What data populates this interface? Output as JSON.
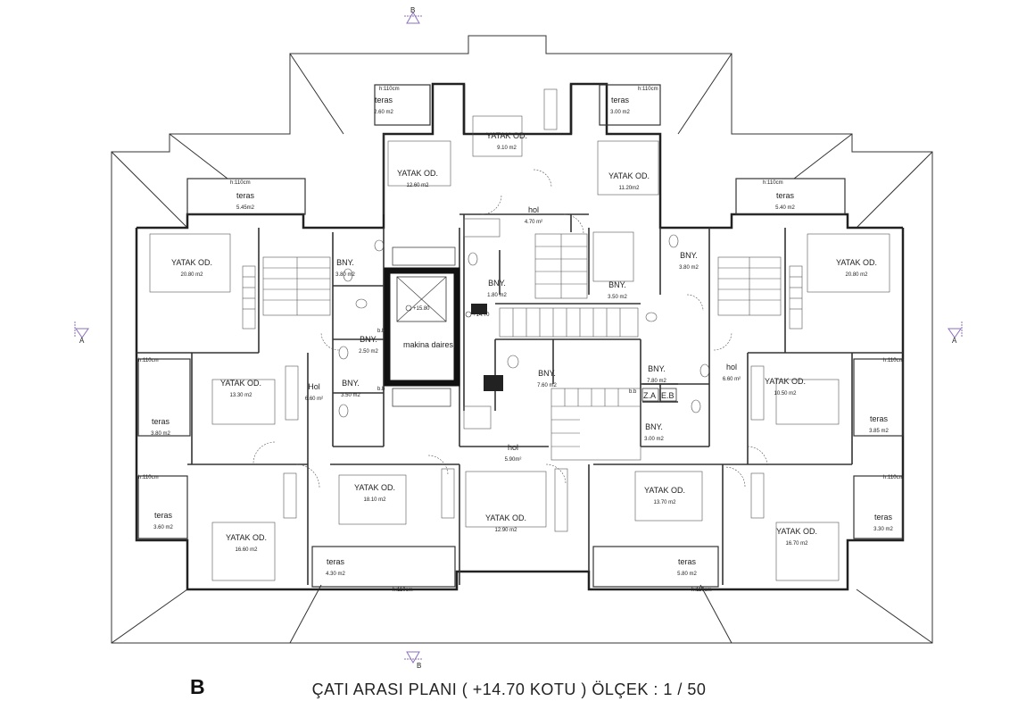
{
  "caption": "ÇATI  ARASI  PLANI ( +14.70 KOTU )  ÖLÇEK : 1 / 50",
  "block_label": "B",
  "section_markers": {
    "top": "B",
    "bottom": "B",
    "left": "A",
    "right": "A"
  },
  "rooms": [
    {
      "name": "teras",
      "area": "2.60 m2"
    },
    {
      "name": "teras",
      "area": "3.00 m2"
    },
    {
      "name": "YATAK OD.",
      "area": "9.10 m2"
    },
    {
      "name": "YATAK OD.",
      "area": "12.60 m2"
    },
    {
      "name": "YATAK OD.",
      "area": "11.20m2"
    },
    {
      "name": "hol",
      "area": "4.70 m²"
    },
    {
      "name": "teras",
      "area": "5.45m2"
    },
    {
      "name": "teras",
      "area": "5.40 m2"
    },
    {
      "name": "YATAK OD.",
      "area": "20.80 m2"
    },
    {
      "name": "YATAK OD.",
      "area": "20.80 m2"
    },
    {
      "name": "BNY.",
      "area": "3.80 m2"
    },
    {
      "name": "BNY.",
      "area": "3.80 m2"
    },
    {
      "name": "BNY.",
      "area": "1.80 m2"
    },
    {
      "name": "BNY.",
      "area": "3.50 m2"
    },
    {
      "name": "BNY.",
      "area": "2.50 m2"
    },
    {
      "name": "BNY.",
      "area": "3.50 m2"
    },
    {
      "name": "BNY.",
      "area": "7.60 m2"
    },
    {
      "name": "BNY.",
      "area": "7.80 m2"
    },
    {
      "name": "BNY.",
      "area": "3.00 m2"
    },
    {
      "name": "makina dairesi",
      "area": ""
    },
    {
      "name": "YATAK OD.",
      "area": "13.30 m2"
    },
    {
      "name": "Hol",
      "area": "6.60 m²"
    },
    {
      "name": "hol",
      "area": "6.60 m²"
    },
    {
      "name": "YATAK OD.",
      "area": "10.50 m2"
    },
    {
      "name": "teras",
      "area": "3.80 m2"
    },
    {
      "name": "teras",
      "area": "3.85 m2"
    },
    {
      "name": "hol",
      "area": "5.90m²"
    },
    {
      "name": "YATAK OD.",
      "area": "18.10 m2"
    },
    {
      "name": "YATAK OD.",
      "area": "13.70 m2"
    },
    {
      "name": "YATAK OD.",
      "area": "12.90 m2"
    },
    {
      "name": "teras",
      "area": "3.60 m2"
    },
    {
      "name": "teras",
      "area": "3.30 m2"
    },
    {
      "name": "YATAK OD.",
      "area": "16.60 m2"
    },
    {
      "name": "YATAK OD.",
      "area": "16.70 m2"
    },
    {
      "name": "teras",
      "area": "4.30 m2"
    },
    {
      "name": "teras",
      "area": "5.80 m2"
    }
  ],
  "levels": [
    "+15.80",
    "+14.70"
  ],
  "tags": [
    "Z.A",
    "E.B",
    "b.b",
    "b.b",
    "b.b"
  ],
  "heights": [
    "h:110cm",
    "h:110cm",
    "h:110cm",
    "h:110cm",
    "h:110cm",
    "h:110cm",
    "h:110cm",
    "h:110cm",
    "h:110cm",
    "h:110cm"
  ]
}
